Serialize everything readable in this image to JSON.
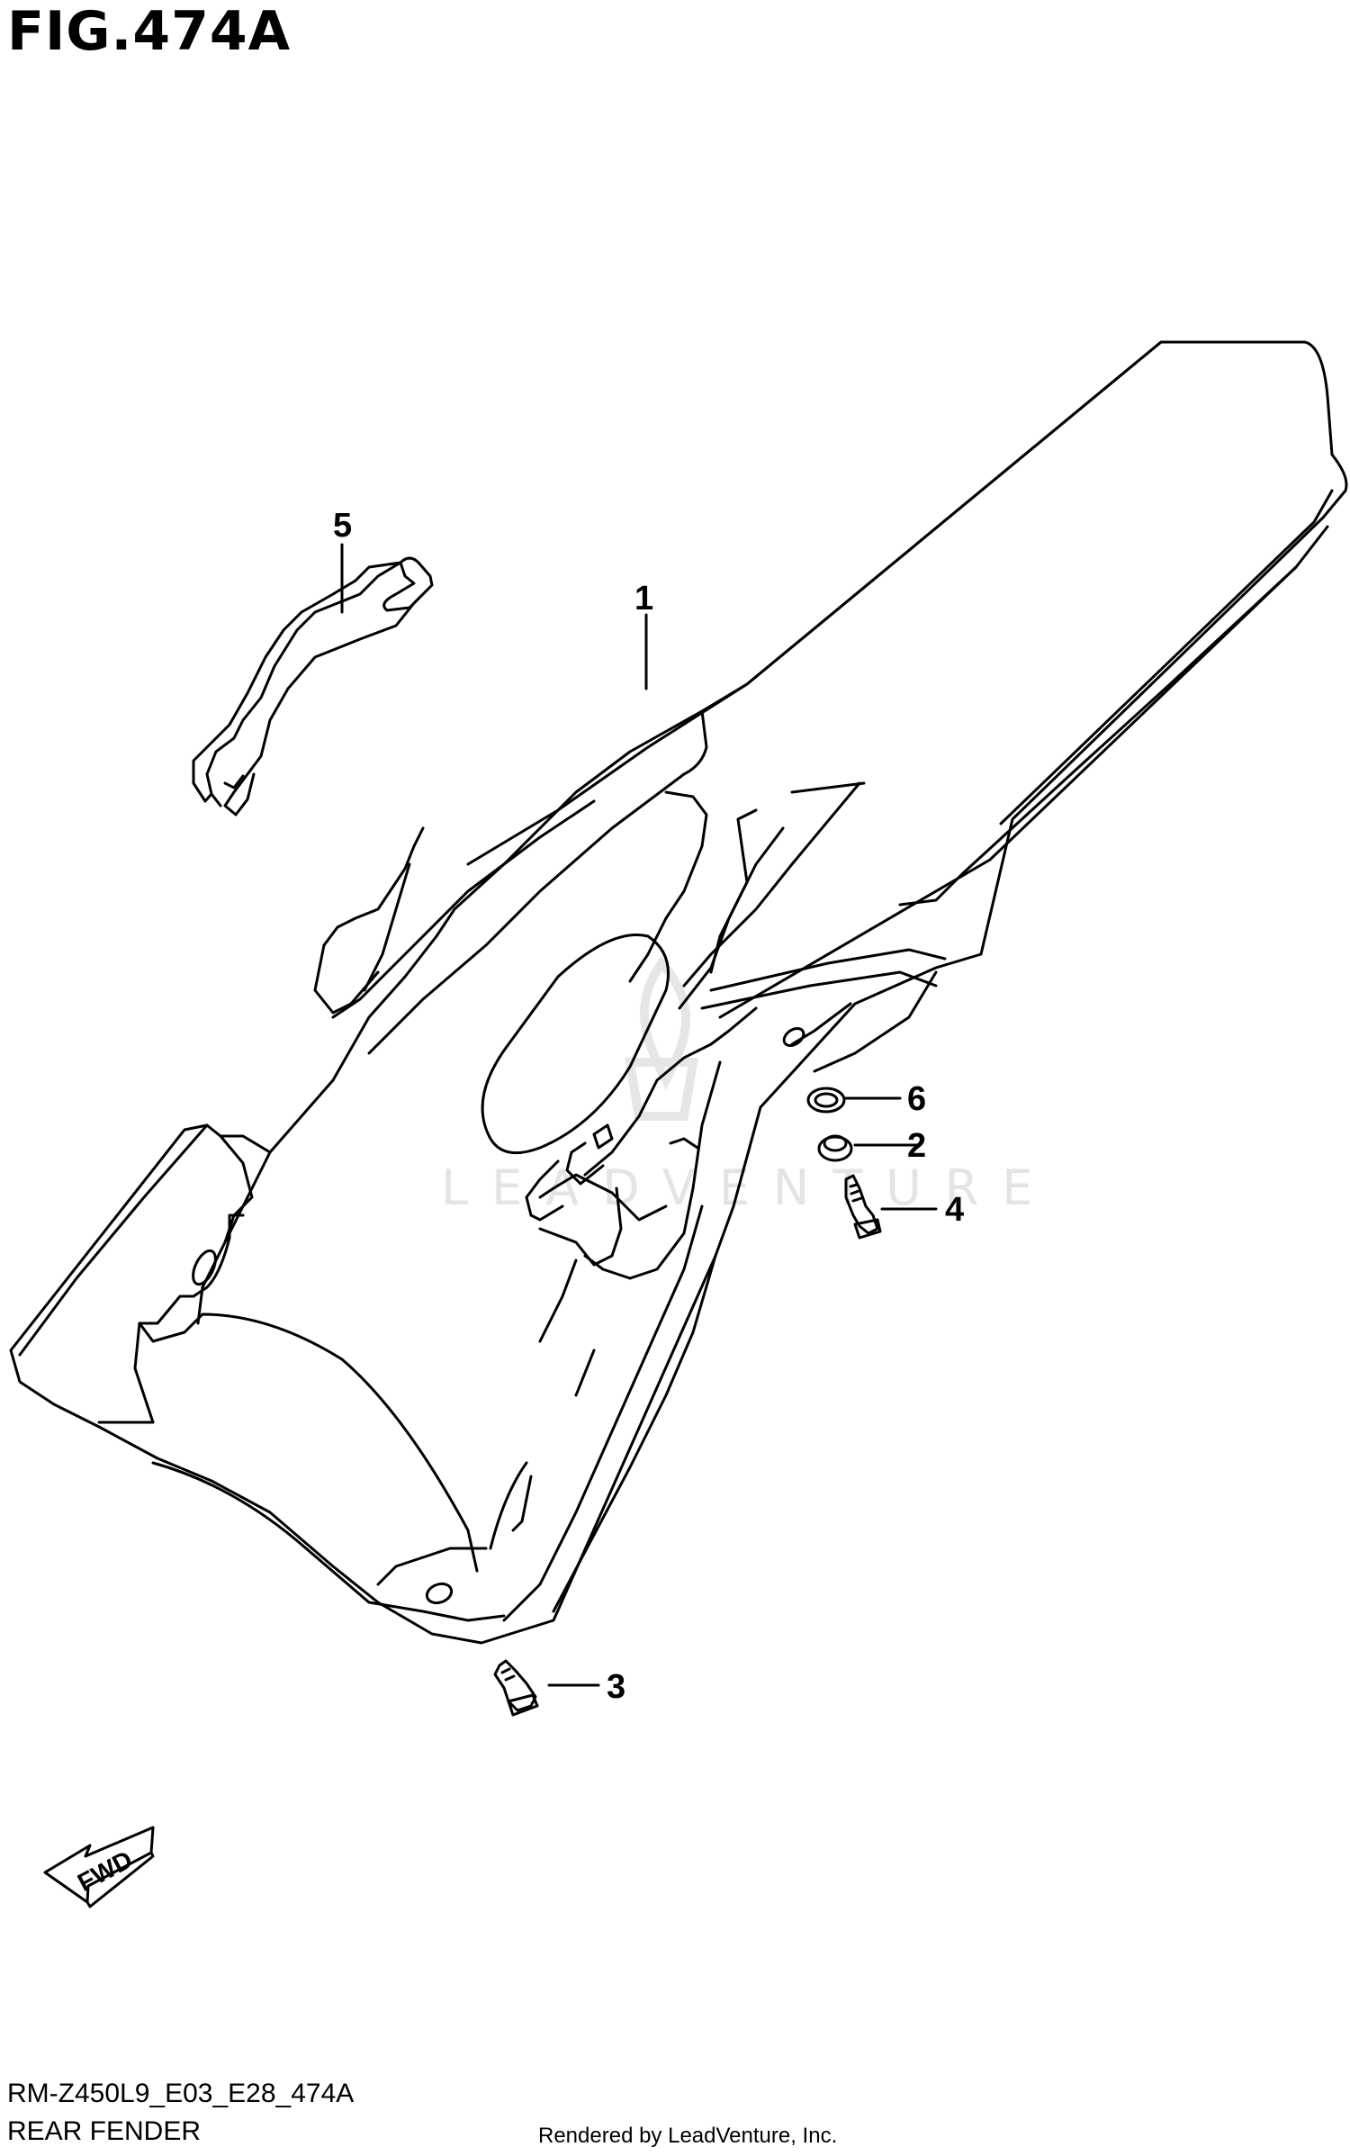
{
  "figure": {
    "title": "FIG.474A",
    "code": "RM-Z450L9_E03_E28_474A",
    "caption": "REAR FENDER",
    "rendered_by": "Rendered by LeadVenture, Inc.",
    "watermark": "LEADVENTURE",
    "fwd_label": "FWD"
  },
  "callouts": [
    {
      "num": "1",
      "part": "rear-fender"
    },
    {
      "num": "2",
      "part": "nut"
    },
    {
      "num": "3",
      "part": "bolt"
    },
    {
      "num": "4",
      "part": "bolt"
    },
    {
      "num": "5",
      "part": "bracket-clip"
    },
    {
      "num": "6",
      "part": "washer"
    }
  ]
}
